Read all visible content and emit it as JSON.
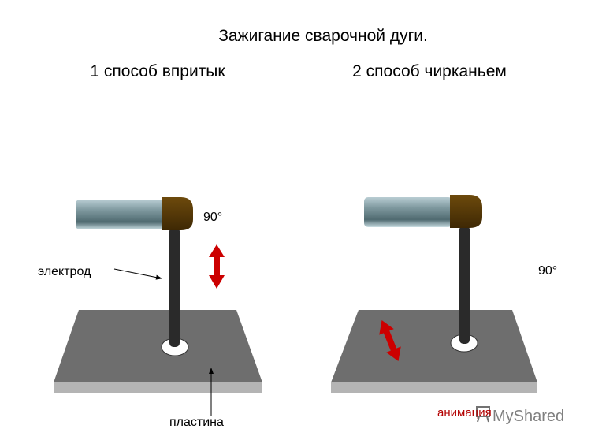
{
  "title": "Зажигание сварочной дуги.",
  "method1": {
    "label": "1 способ впритык",
    "angle": "90°",
    "electrode_label": "электрод",
    "plate_label": "пластина"
  },
  "method2": {
    "label": "2 способ чирканьем",
    "angle": "90°",
    "animation_label": "анимация"
  },
  "watermark": "MyShared",
  "colors": {
    "plate": "#6e6e6e",
    "plate_edge": "#b4b4b4",
    "arrow": "#cc0000",
    "cap": "#5a3a06",
    "rod": "#2a2a2a"
  }
}
